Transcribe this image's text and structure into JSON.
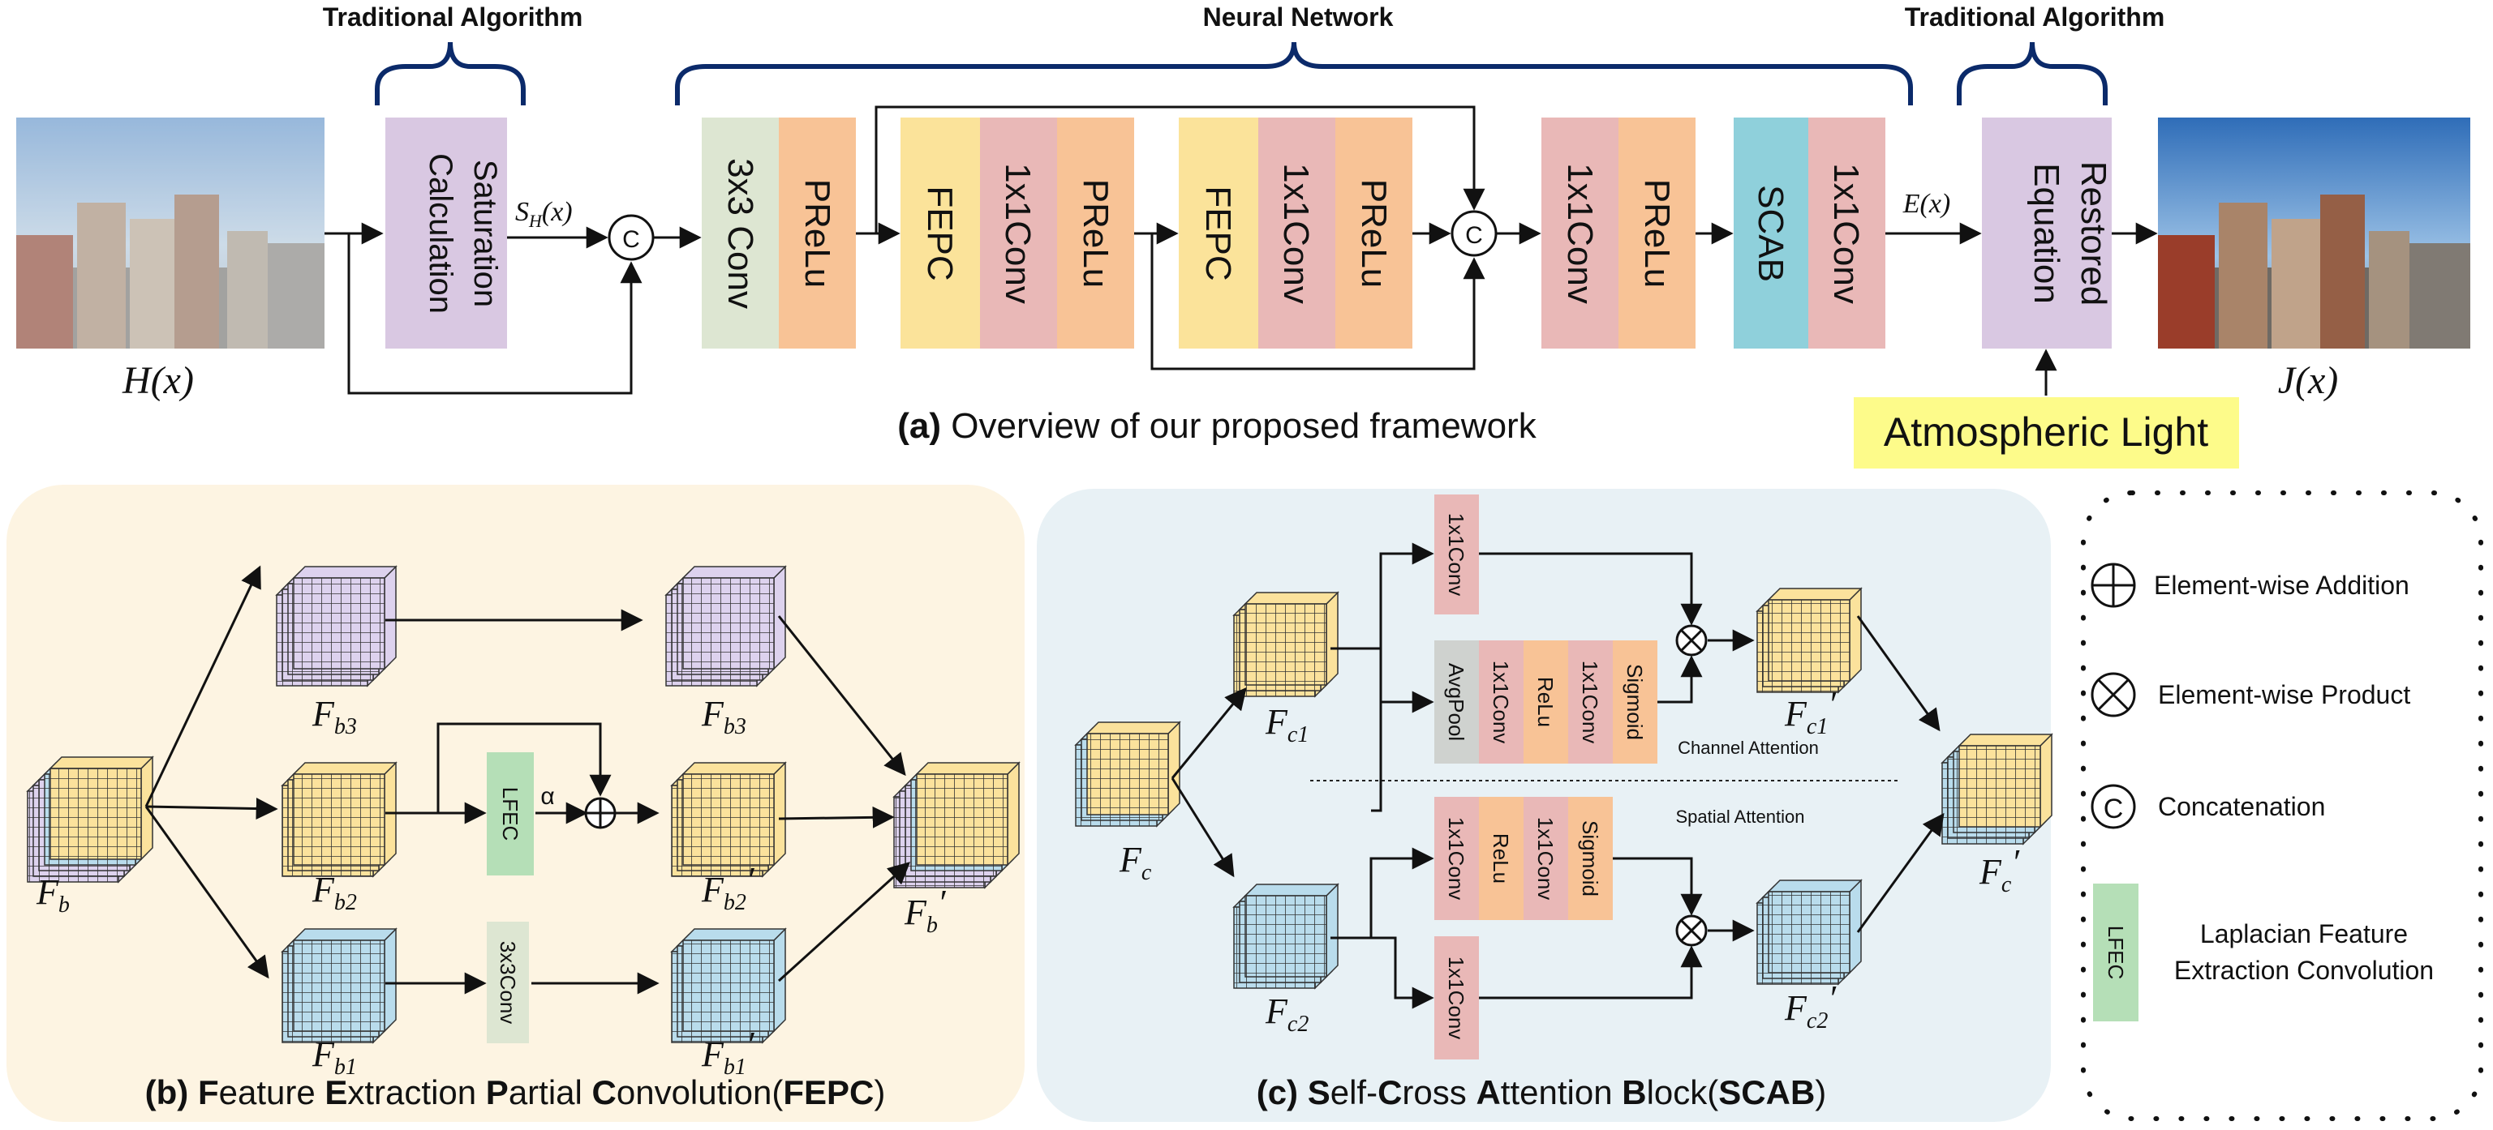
{
  "colors": {
    "conv3x3": "#dde6d2",
    "prelu": "#f8c396",
    "fepc": "#fbe39a",
    "conv1x1": "#e9b8b7",
    "scab": "#8fd0db",
    "purple": "#d9c8e2",
    "lfec": "#b5dfb7",
    "atm": "#fdfb8a",
    "avgpool": "#cfd2cf",
    "relu": "#f8c396",
    "sigmoid": "#f8c396",
    "panelB": "#fdf4e2",
    "panelC": "#e8f1f5",
    "brace": "#0b2a6a",
    "cube_purple": "#ddd2ee",
    "cube_yellow": "#fbe29c",
    "cube_blue": "#b9dcec"
  },
  "top": {
    "labels": {
      "trad1": "Traditional Algorithm",
      "neural": "Neural Network",
      "trad2": "Traditional Algorithm",
      "hx": "H(x)",
      "jx": "J(x)",
      "sh": "S",
      "sh_sub": "H",
      "sh_tail": "(x)",
      "ex": "E(x)",
      "caption_bold": "(a)",
      "caption_rest": " Overview of our proposed framework",
      "atm": "Atmospheric Light"
    },
    "concat": "C",
    "blocks": {
      "sat1": "Saturation",
      "sat2": "Calculation",
      "conv3x3": "3x3 Conv",
      "prelu": "PReLu",
      "fepc": "FEPC",
      "conv1x1": "1x1Conv",
      "scab": "SCAB",
      "rest1": "Restored",
      "rest2": "Equation"
    }
  },
  "fepc": {
    "caption_parts": [
      "(b) ",
      "F",
      "eature ",
      "E",
      "xtraction ",
      "P",
      "artial ",
      "C",
      "onvolution(",
      "FEPC",
      ")"
    ],
    "fb": "F",
    "fb_sub": "b",
    "fb3": "F",
    "fb3_sub": "b3",
    "fb2": "F",
    "fb2_sub": "b2",
    "fb1": "F",
    "fb1_sub": "b1",
    "fb3o": "F",
    "fb3o_sub": "b3",
    "fb2o": "F",
    "fb2o_sub": "b2",
    "fb2o_prime": "′",
    "fb1o": "F",
    "fb1o_sub": "b1",
    "fb1o_prime": "′",
    "fbo": "F",
    "fbo_sub": "b",
    "fbo_prime": "′",
    "lfec": "LFEC",
    "conv3x3": "3x3Conv",
    "alpha": "α"
  },
  "scab": {
    "caption_parts": [
      "(c) ",
      "S",
      "elf-",
      "C",
      "ross ",
      "A",
      "ttention ",
      "B",
      "lock(",
      "SCAB",
      ")"
    ],
    "fc": "F",
    "fc_sub": "c",
    "fc1": "F",
    "fc1_sub": "c1",
    "fc2": "F",
    "fc2_sub": "c2",
    "fc1o": "F",
    "fc1o_sub": "c1",
    "fc1o_prime": "′",
    "fc2o": "F",
    "fc2o_sub": "c2",
    "fc2o_prime": "′",
    "fco": "F",
    "fco_sub": "c",
    "fco_prime": "′",
    "conv1x1": "1x1Conv",
    "avgpool": "AvgPool",
    "relu": "ReLu",
    "sigmoid": "Sigmoid",
    "channel": "Channel Attention",
    "spatial": "Spatial Attention"
  },
  "legend": {
    "add": "Element-wise Addition",
    "product": "Element-wise Product",
    "concat": "Concatenation",
    "concat_symbol": "C",
    "lfec_icon": "LFEC",
    "lfec1": "Laplacian Feature",
    "lfec2": "Extraction Convolution"
  }
}
